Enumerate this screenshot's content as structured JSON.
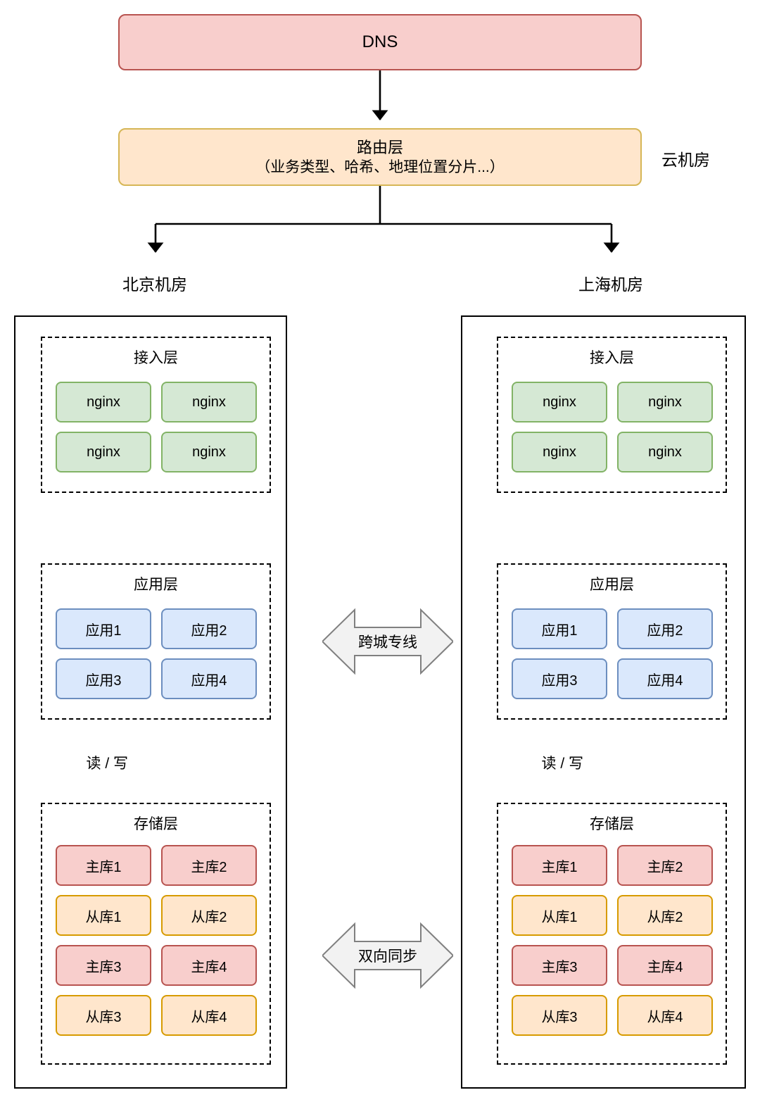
{
  "diagram": {
    "title_nodes": {
      "dns": "DNS",
      "router_line1": "路由层",
      "router_line2": "（业务类型、哈希、地理位置分片...）",
      "cloud_idc": "云机房"
    },
    "datacenters": [
      {
        "id": "beijing",
        "label": "北京机房",
        "layers": [
          {
            "id": "access",
            "title": "接入层",
            "nodes": [
              "nginx",
              "nginx",
              "nginx",
              "nginx"
            ],
            "color": "green"
          },
          {
            "id": "application",
            "title": "应用层",
            "nodes": [
              "应用1",
              "应用2",
              "应用3",
              "应用4"
            ],
            "color": "blue"
          },
          {
            "id": "storage",
            "title": "存储层",
            "nodes": [
              "主库1",
              "主库2",
              "从库1",
              "从库2",
              "主库3",
              "主库4",
              "从库3",
              "从库4"
            ],
            "colors": [
              "red",
              "red",
              "orange",
              "orange",
              "red",
              "red",
              "orange",
              "orange"
            ]
          }
        ],
        "edge_label_read_write": "读 / 写"
      },
      {
        "id": "shanghai",
        "label": "上海机房",
        "layers": [
          {
            "id": "access",
            "title": "接入层",
            "nodes": [
              "nginx",
              "nginx",
              "nginx",
              "nginx"
            ],
            "color": "green"
          },
          {
            "id": "application",
            "title": "应用层",
            "nodes": [
              "应用1",
              "应用2",
              "应用3",
              "应用4"
            ],
            "color": "blue"
          },
          {
            "id": "storage",
            "title": "存储层",
            "nodes": [
              "主库1",
              "主库2",
              "从库1",
              "从库2",
              "主库3",
              "主库4",
              "从库3",
              "从库4"
            ],
            "colors": [
              "red",
              "red",
              "orange",
              "orange",
              "red",
              "red",
              "orange",
              "orange"
            ]
          }
        ],
        "edge_label_read_write": "读 / 写"
      }
    ],
    "cross_links": [
      {
        "id": "app-link",
        "label": "跨城专线"
      },
      {
        "id": "db-link",
        "label": "双向同步"
      }
    ],
    "colors": {
      "dns_fill": "#f8cecc",
      "dns_stroke": "#b85450",
      "router_fill": "#ffe6cc",
      "router_stroke": "#d6b656",
      "nginx_fill": "#d5e8d4",
      "nginx_stroke": "#82b366",
      "app_fill": "#dae8fc",
      "app_stroke": "#6c8ebf",
      "master_fill": "#f8cecc",
      "master_stroke": "#b85450",
      "slave_fill": "#ffe6cc",
      "slave_stroke": "#d79b00",
      "line": "#000000",
      "biarrow_fill": "#f2f2f2",
      "biarrow_stroke": "#808080"
    }
  }
}
